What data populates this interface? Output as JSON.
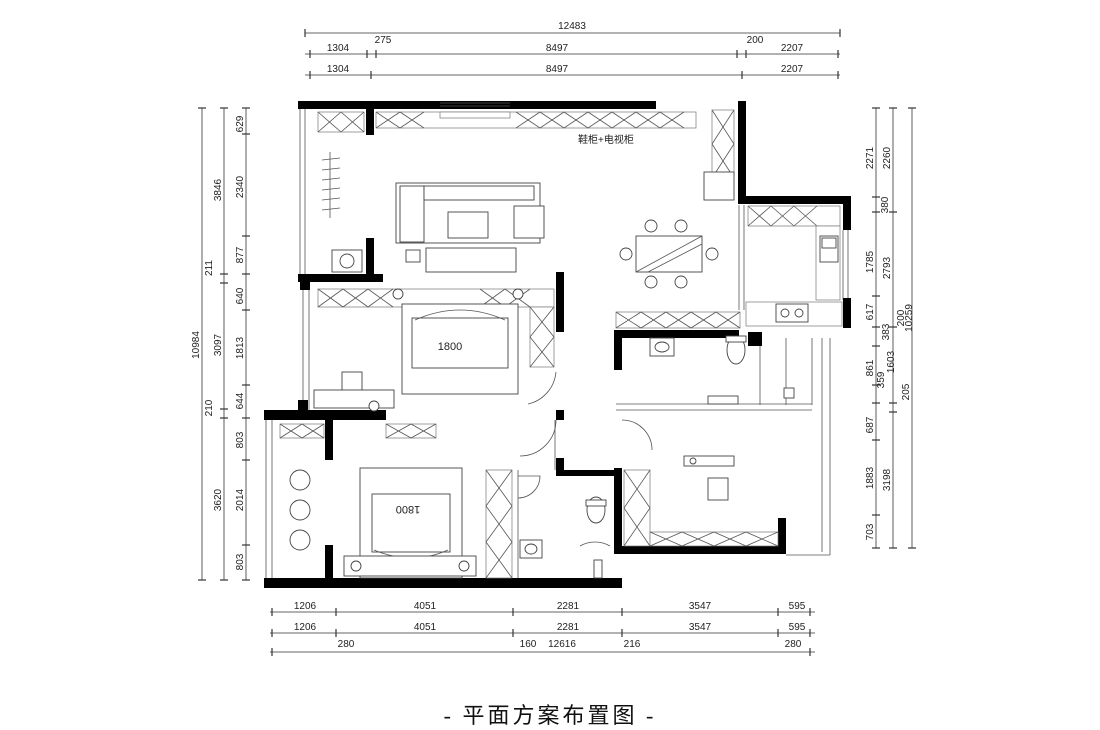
{
  "title": "- 平面方案布置图 -",
  "room_labels": {
    "shoe_tv_cabinet": "鞋柜+电视柜",
    "master_bed": "1800",
    "second_bed": "1800"
  },
  "dims_top": {
    "total": "12483",
    "row1": [
      "1304",
      "275",
      "8497",
      "200",
      "2207"
    ],
    "row2": [
      "1304",
      "8497",
      "2207"
    ]
  },
  "dims_bottom": {
    "row1": [
      "1206",
      "4051",
      "2281",
      "3547",
      "595"
    ],
    "row2": [
      "1206",
      "4051",
      "2281",
      "3547",
      "595"
    ],
    "row3": [
      "280",
      "160",
      "12616",
      "216",
      "280"
    ]
  },
  "dims_left": {
    "total": "10984",
    "outer": [
      "3846",
      "211",
      "3097",
      "210",
      "3620"
    ],
    "inner": [
      "629",
      "2340",
      "877",
      "640",
      "1813",
      "644",
      "803",
      "2014",
      "803"
    ]
  },
  "dims_right": {
    "total": "10259",
    "outer": [
      "2260",
      "2793",
      "200",
      "205",
      "3198"
    ],
    "inner": [
      "2271",
      "380",
      "1785",
      "617",
      "383",
      "1603",
      "861",
      "359",
      "687",
      "1883",
      "703"
    ]
  }
}
